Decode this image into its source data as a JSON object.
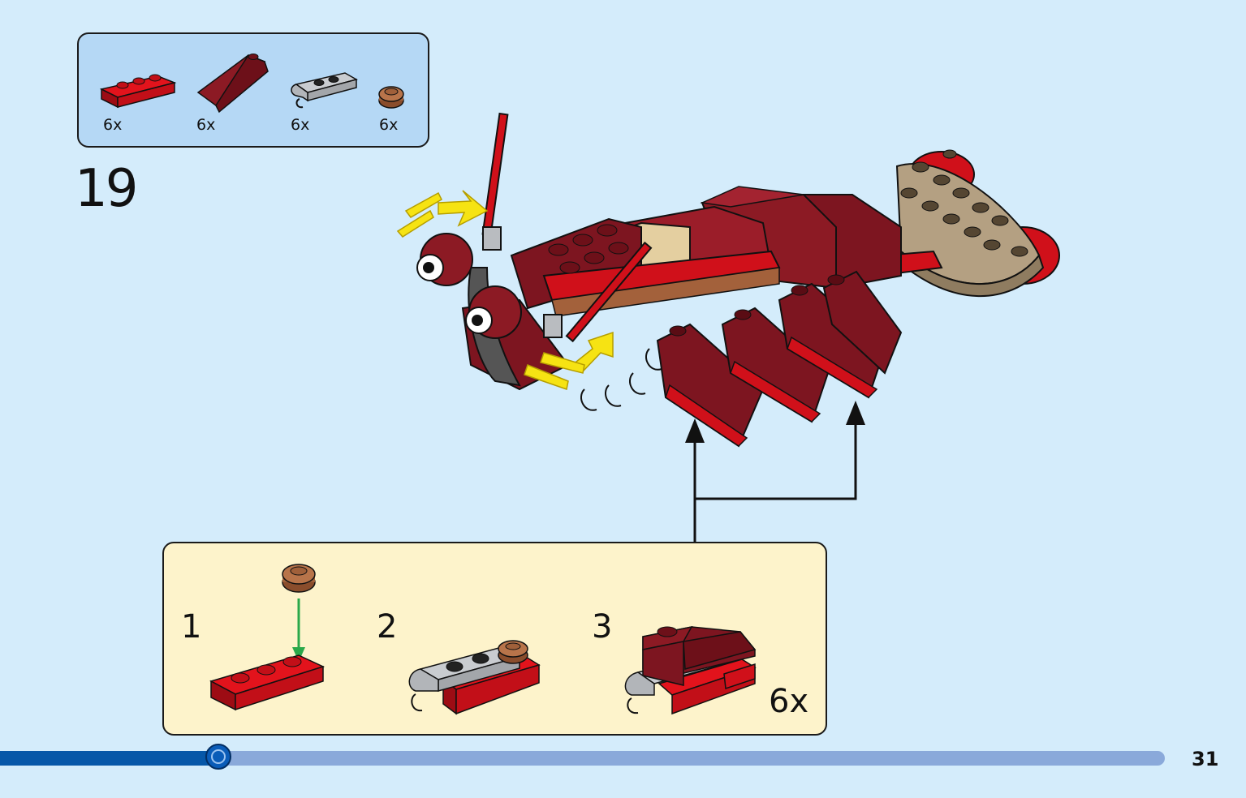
{
  "parts_list": {
    "items": [
      {
        "icon": "red-plate-1x3-icon",
        "quantity": "6x"
      },
      {
        "icon": "dark-red-slope-icon",
        "quantity": "6x"
      },
      {
        "icon": "grey-clip-plate-icon",
        "quantity": "6x"
      },
      {
        "icon": "brown-round-tile-icon",
        "quantity": "6x"
      }
    ]
  },
  "step": {
    "number": "19"
  },
  "sub_assembly": {
    "steps": [
      {
        "number": "1"
      },
      {
        "number": "2"
      },
      {
        "number": "3"
      }
    ],
    "multiplier": "6x"
  },
  "progress": {
    "fraction": 0.188
  },
  "page": {
    "number": "31"
  },
  "colors": {
    "background": "#d4ecfb",
    "parts_box": "#b5d8f5",
    "sub_box": "#fdf3cb",
    "brick_red": "#d0101a",
    "dark_red": "#7d1520",
    "tan": "#b4a082",
    "grey": "#b9bcc0",
    "brown": "#a0603a",
    "arrow_yellow": "#f6e313",
    "progress_fill": "#0657a8",
    "progress_track": "#8aa9da"
  }
}
